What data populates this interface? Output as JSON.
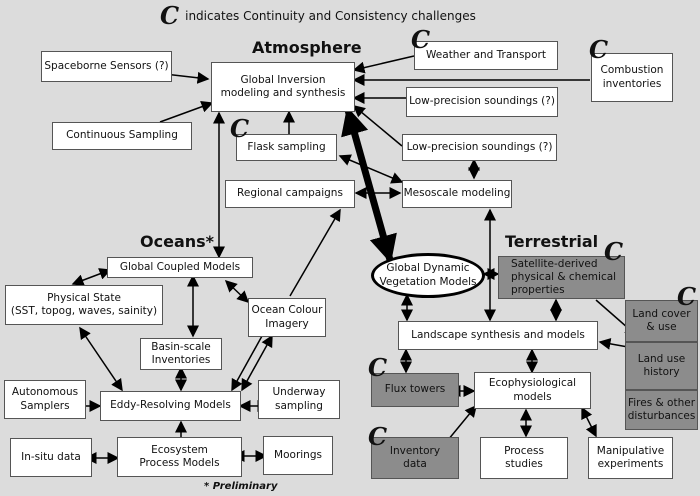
{
  "legend": {
    "symbol": "C",
    "text": "indicates Continuity and Consistency challenges"
  },
  "sections": {
    "atmosphere": "Atmosphere",
    "oceans": "Oceans*",
    "terrestrial": "Terrestrial"
  },
  "footnote": "* Preliminary",
  "nodes": {
    "spaceborne": "Spaceborne Sensors (?)",
    "global_inversion": "Global Inversion\nmodeling and synthesis",
    "weather": "Weather and Transport",
    "combustion": "Combustion\ninventories",
    "lowprec1": "Low-precision soundings (?)",
    "continuous": "Continuous Sampling",
    "flask": "Flask sampling",
    "lowprec2": "Low-precision soundings (?)",
    "regional": "Regional campaigns",
    "mesoscale": "Mesoscale modeling",
    "global_coupled": "Global Coupled Models",
    "physical_state": "Physical State\n(SST, topog, waves, sainity)",
    "ocean_colour": "Ocean Colour\nImagery",
    "basin": "Basin-scale\nInventories",
    "autonomous": "Autonomous\nSamplers",
    "eddy": "Eddy-Resolving Models",
    "underway": "Underway\nsampling",
    "insitu": "In-situ data",
    "ecosystem": "Ecosystem\nProcess Models",
    "moorings": "Moorings",
    "gdvm": "Global Dynamic\nVegetation Models",
    "satellite": "Satellite-derived\nphysical & chemical\nproperties",
    "landscape": "Landscape synthesis and models",
    "land_cover": "Land cover\n& use",
    "land_use": "Land use\nhistory",
    "fires": "Fires & other\ndisturbances",
    "flux": "Flux towers",
    "ecophys": "Ecophysiological\nmodels",
    "inventory": "Inventory\ndata",
    "process": "Process\nstudies",
    "manipulative": "Manipulative\nexperiments"
  },
  "colors": {
    "background": "#dcdcdc",
    "box": "#ffffff",
    "gray_box": "#8c8c8c"
  }
}
